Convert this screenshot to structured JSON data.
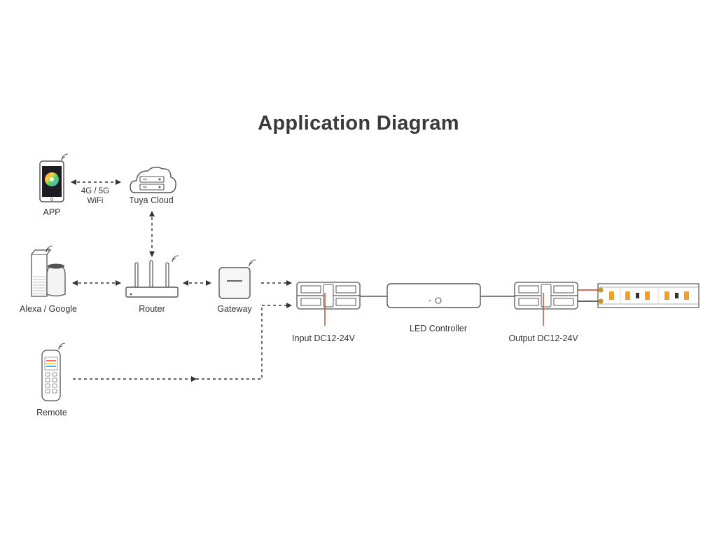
{
  "title": "Application Diagram",
  "labels": {
    "app": "APP",
    "network": [
      "4G / 5G",
      "WiFi"
    ],
    "cloud": "Tuya Cloud",
    "alexa": "Alexa / Google",
    "router": "Router",
    "gateway": "Gateway",
    "remote": "Remote",
    "input": "Input DC12-24V",
    "controller": "LED Controller",
    "output": "Output DC12-24V"
  },
  "colors": {
    "wire_red": "#d63a2a",
    "led_orange": "#f0a02a",
    "line": "#333333"
  }
}
